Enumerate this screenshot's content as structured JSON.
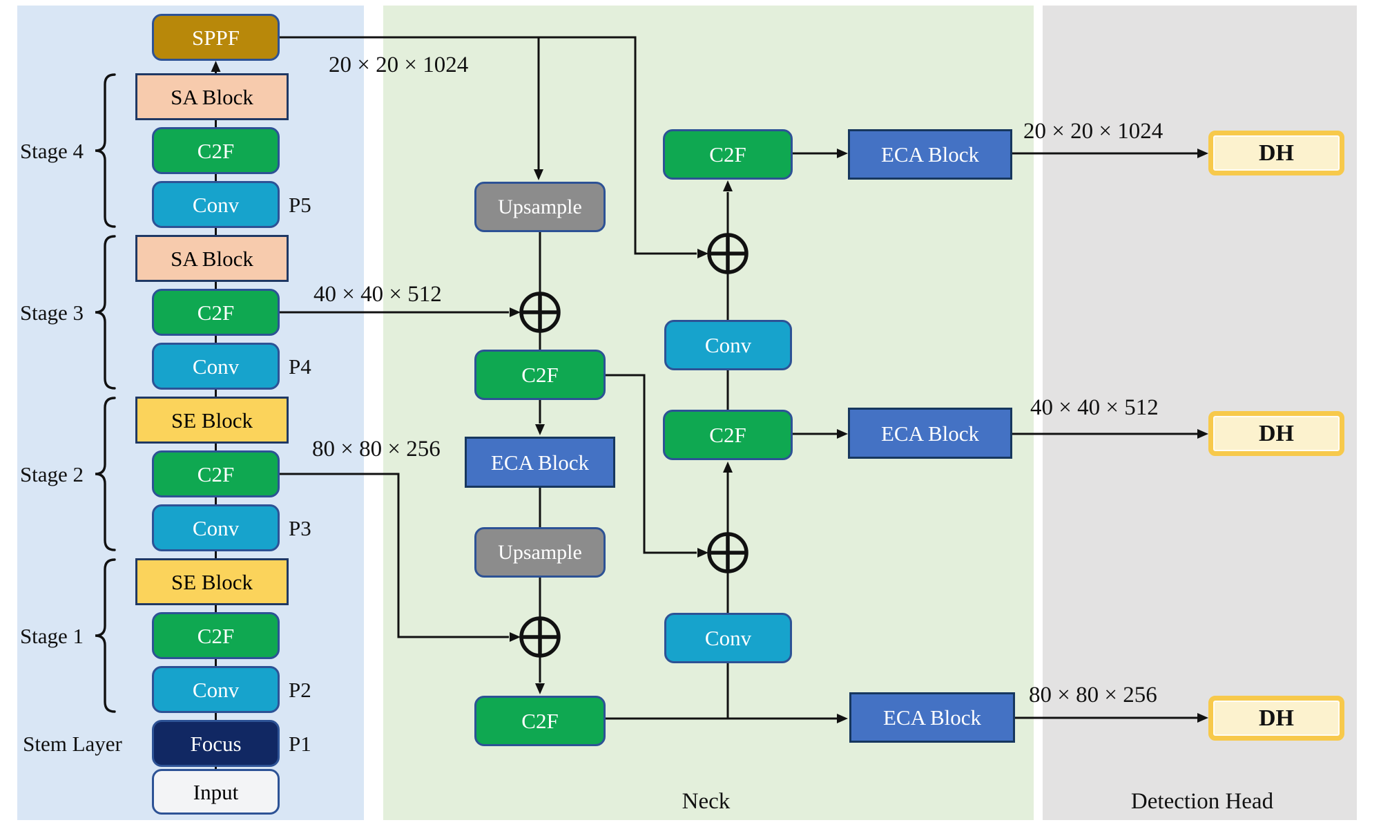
{
  "diagram": {
    "blocks": {
      "sppf": "SPPF",
      "sa": "SA Block",
      "se": "SE Block",
      "c2f": "C2F",
      "conv": "Conv",
      "focus": "Focus",
      "input": "Input",
      "upsample": "Upsample",
      "eca": "ECA Block",
      "dh": "DH"
    },
    "stages": {
      "stage4": "Stage 4",
      "stage3": "Stage 3",
      "stage2": "Stage 2",
      "stage1": "Stage 1",
      "stem": "Stem Layer"
    },
    "pyramid_levels": {
      "p5": "P5",
      "p4": "P4",
      "p3": "P3",
      "p2": "P2",
      "p1": "P1"
    },
    "dimensions": {
      "d20": "20 × 20 × 1024",
      "d40": "40 × 40 × 512",
      "d80": "80 × 80 × 256"
    },
    "sections": {
      "neck": "Neck",
      "detection_head": "Detection Head"
    },
    "icons": {
      "merge": "circle-plus"
    },
    "colors": {
      "backbone_bg": "#D9E6F5",
      "neck_bg": "#E3EFDB",
      "head_bg": "#E3E2E2",
      "sppf": "#B8880A",
      "sa_block": "#F7CBAD",
      "se_block": "#FBD35B",
      "c2f": "#0FA851",
      "conv": "#17A3CC",
      "focus": "#112863",
      "input": "#F3F4F6",
      "upsample": "#8C8C8C",
      "eca_block": "#4472C4",
      "dh_fill": "#FCF2CE",
      "dh_border": "#F7C94B",
      "box_border": "#2D5295",
      "line": "#111111"
    }
  }
}
